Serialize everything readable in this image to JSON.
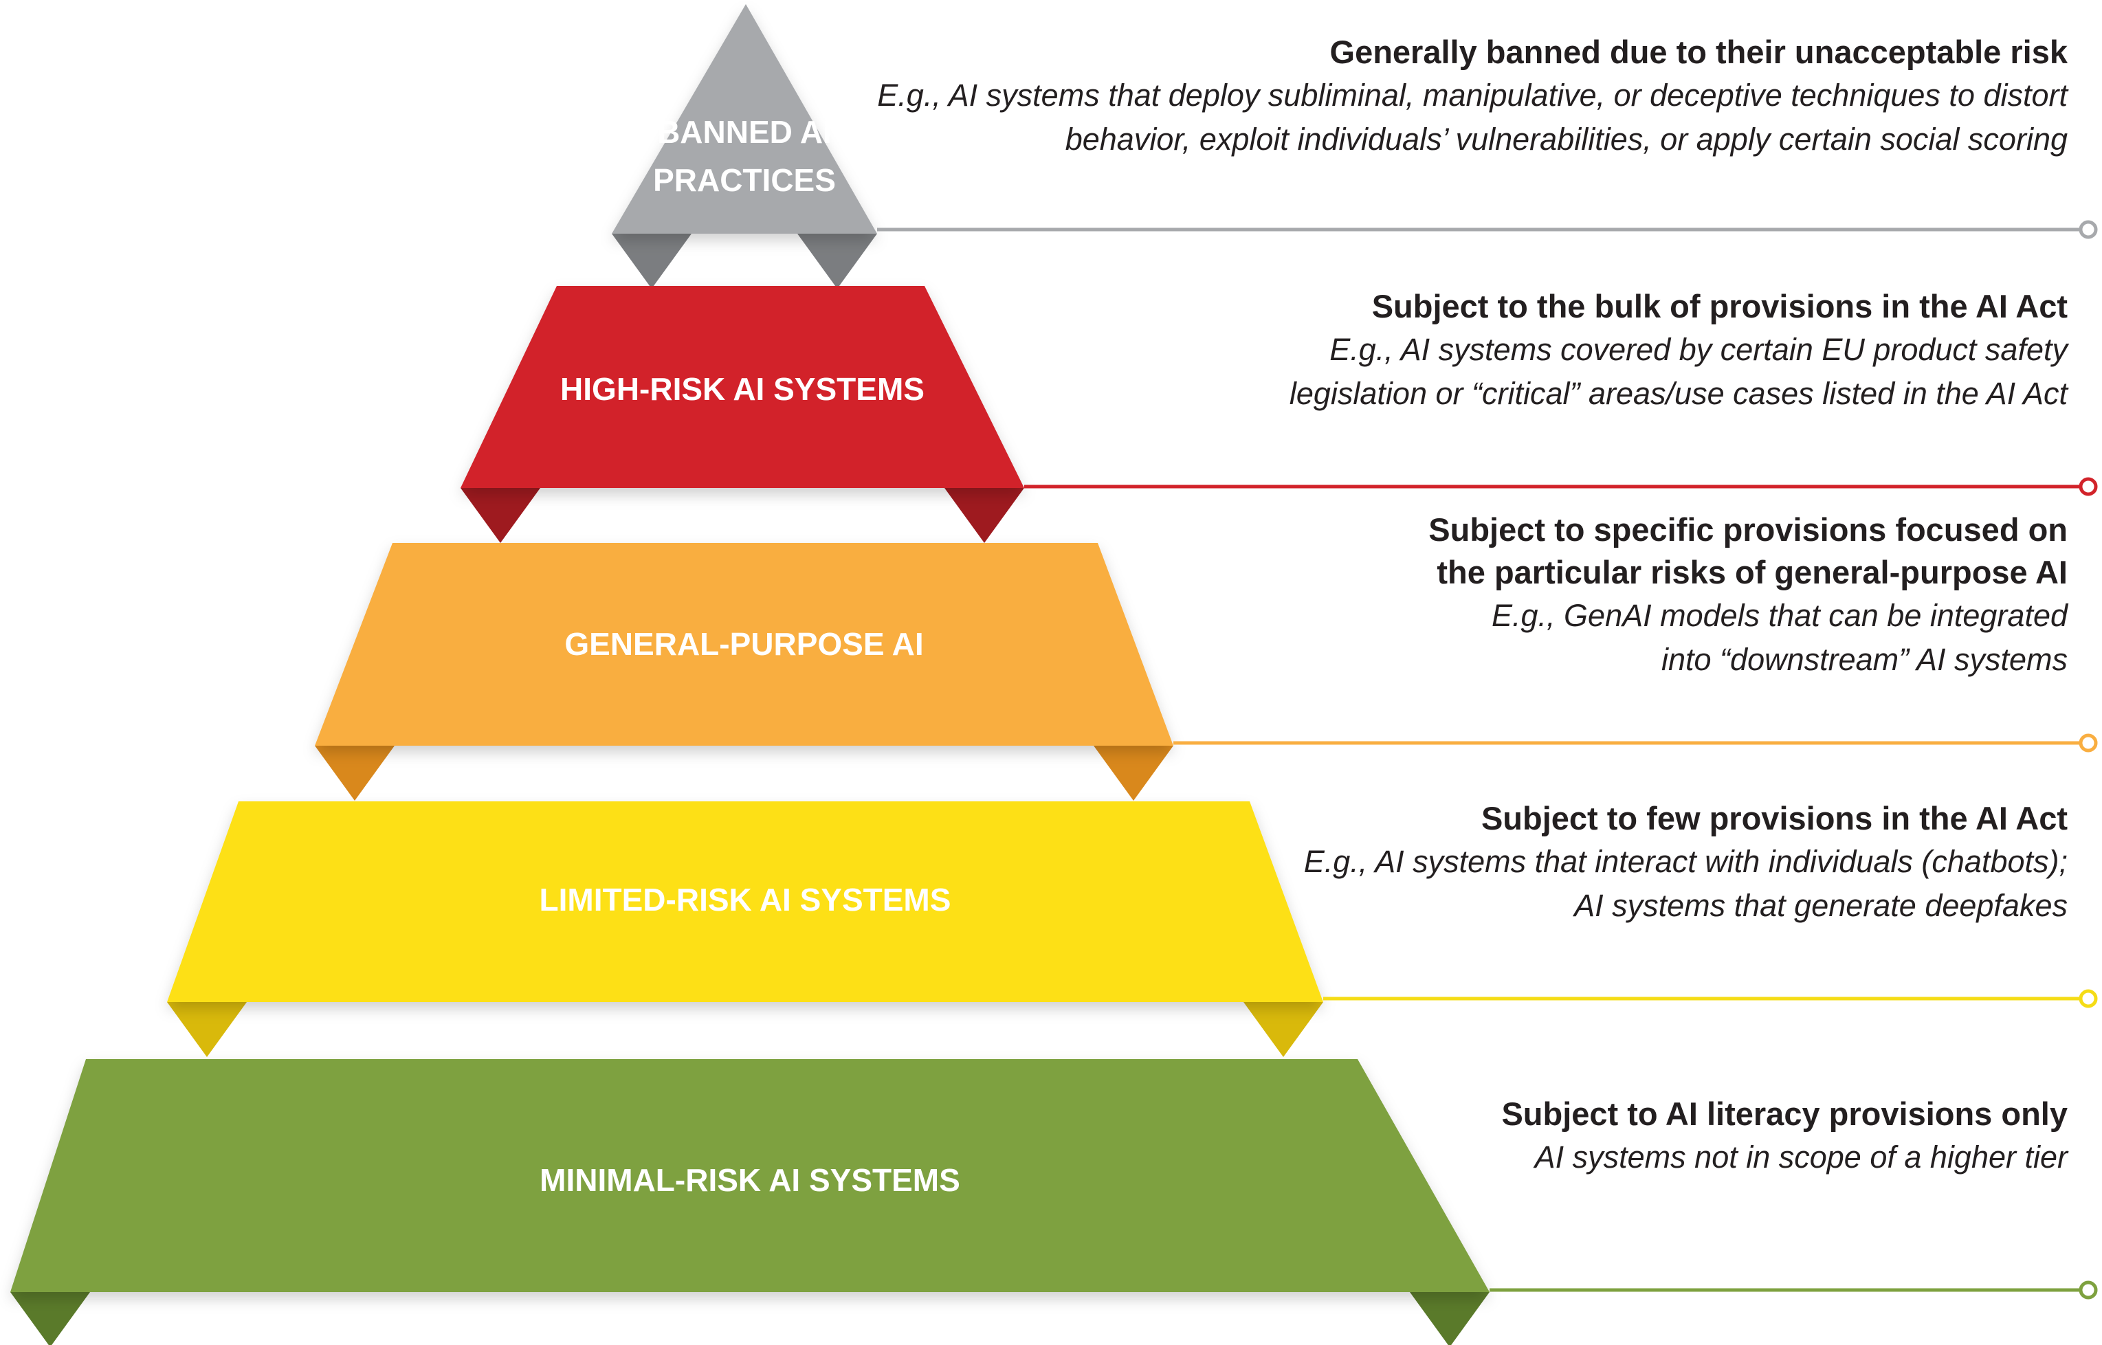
{
  "tiers": [
    {
      "id": "banned",
      "label_lines": [
        "BANNED AI",
        "PRACTICES"
      ],
      "color": "#a7a9ac",
      "shade": "#7b7d80",
      "line_color": "#a7a9ac",
      "desc": {
        "title_lines": [
          "Generally banned due to their unacceptable risk"
        ],
        "example_lines": [
          "E.g., AI systems that deploy subliminal, manipulative, or deceptive techniques to distort",
          "behavior, exploit individuals’ vulnerabilities, or apply certain social scoring"
        ]
      }
    },
    {
      "id": "high",
      "label_lines": [
        "HIGH-RISK AI SYSTEMS"
      ],
      "color": "#d2232a",
      "shade": "#9e1a1f",
      "line_color": "#d2232a",
      "desc": {
        "title_lines": [
          "Subject to the bulk of provisions in the AI Act"
        ],
        "example_lines": [
          "E.g., AI systems covered by certain EU product safety",
          "legislation or “critical” areas/use cases listed in the AI Act"
        ]
      }
    },
    {
      "id": "gpai",
      "label_lines": [
        "GENERAL-PURPOSE AI"
      ],
      "color": "#f9ae41",
      "shade": "#d9881c",
      "line_color": "#f9ae41",
      "desc": {
        "title_lines": [
          "Subject to specific provisions focused on",
          "the particular risks of general-purpose AI"
        ],
        "example_lines": [
          "E.g., GenAI models that can be integrated",
          "into “downstream” AI systems"
        ]
      }
    },
    {
      "id": "limited",
      "label_lines": [
        "LIMITED-RISK AI SYSTEMS"
      ],
      "color": "#fde014",
      "shade": "#d9b90b",
      "line_color": "#f5dc16",
      "desc": {
        "title_lines": [
          "Subject to few provisions in the AI Act"
        ],
        "example_lines": [
          "E.g., AI systems that interact with individuals (chatbots);",
          "AI systems that generate deepfakes"
        ]
      }
    },
    {
      "id": "minimal",
      "label_lines": [
        "MINIMAL-RISK AI SYSTEMS"
      ],
      "color": "#7ea13f",
      "shade": "#5a7a2a",
      "line_color": "#7ea13f",
      "desc": {
        "title_lines": [
          "Subject to AI literacy provisions only"
        ],
        "example_lines": [
          "AI systems not in scope of a higher tier"
        ]
      }
    }
  ]
}
